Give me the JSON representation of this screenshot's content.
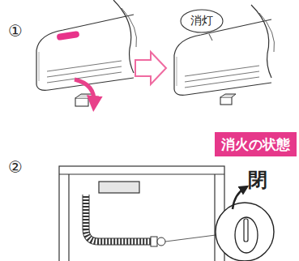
{
  "diagram": {
    "nodes": [
      {
        "text": [
          "消灯"
        ]
      },
      {
        "text": [
          "消火の状態"
        ]
      }
    ],
    "labels": [
      "①",
      "②",
      "閉"
    ]
  }
}
